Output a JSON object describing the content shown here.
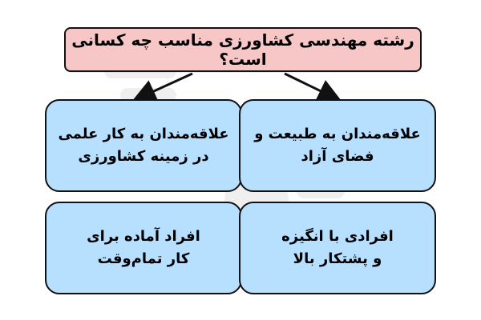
{
  "diagram": {
    "title": "رشته مهندسی کشاورزی مناسب چه کسانی است؟",
    "cards": [
      {
        "line1": "علاقه‌مندان به کار علمی",
        "line2": "در زمینه کشاورزی"
      },
      {
        "line1": "علاقه‌مندان به طبیعت و",
        "line2": "فضای آزاد"
      },
      {
        "line1": "افراد آماده برای",
        "line2": "کار تمام‌وقت"
      },
      {
        "line1": "افرادی با انگیزه",
        "line2": "و پشتکار بالا"
      }
    ]
  }
}
